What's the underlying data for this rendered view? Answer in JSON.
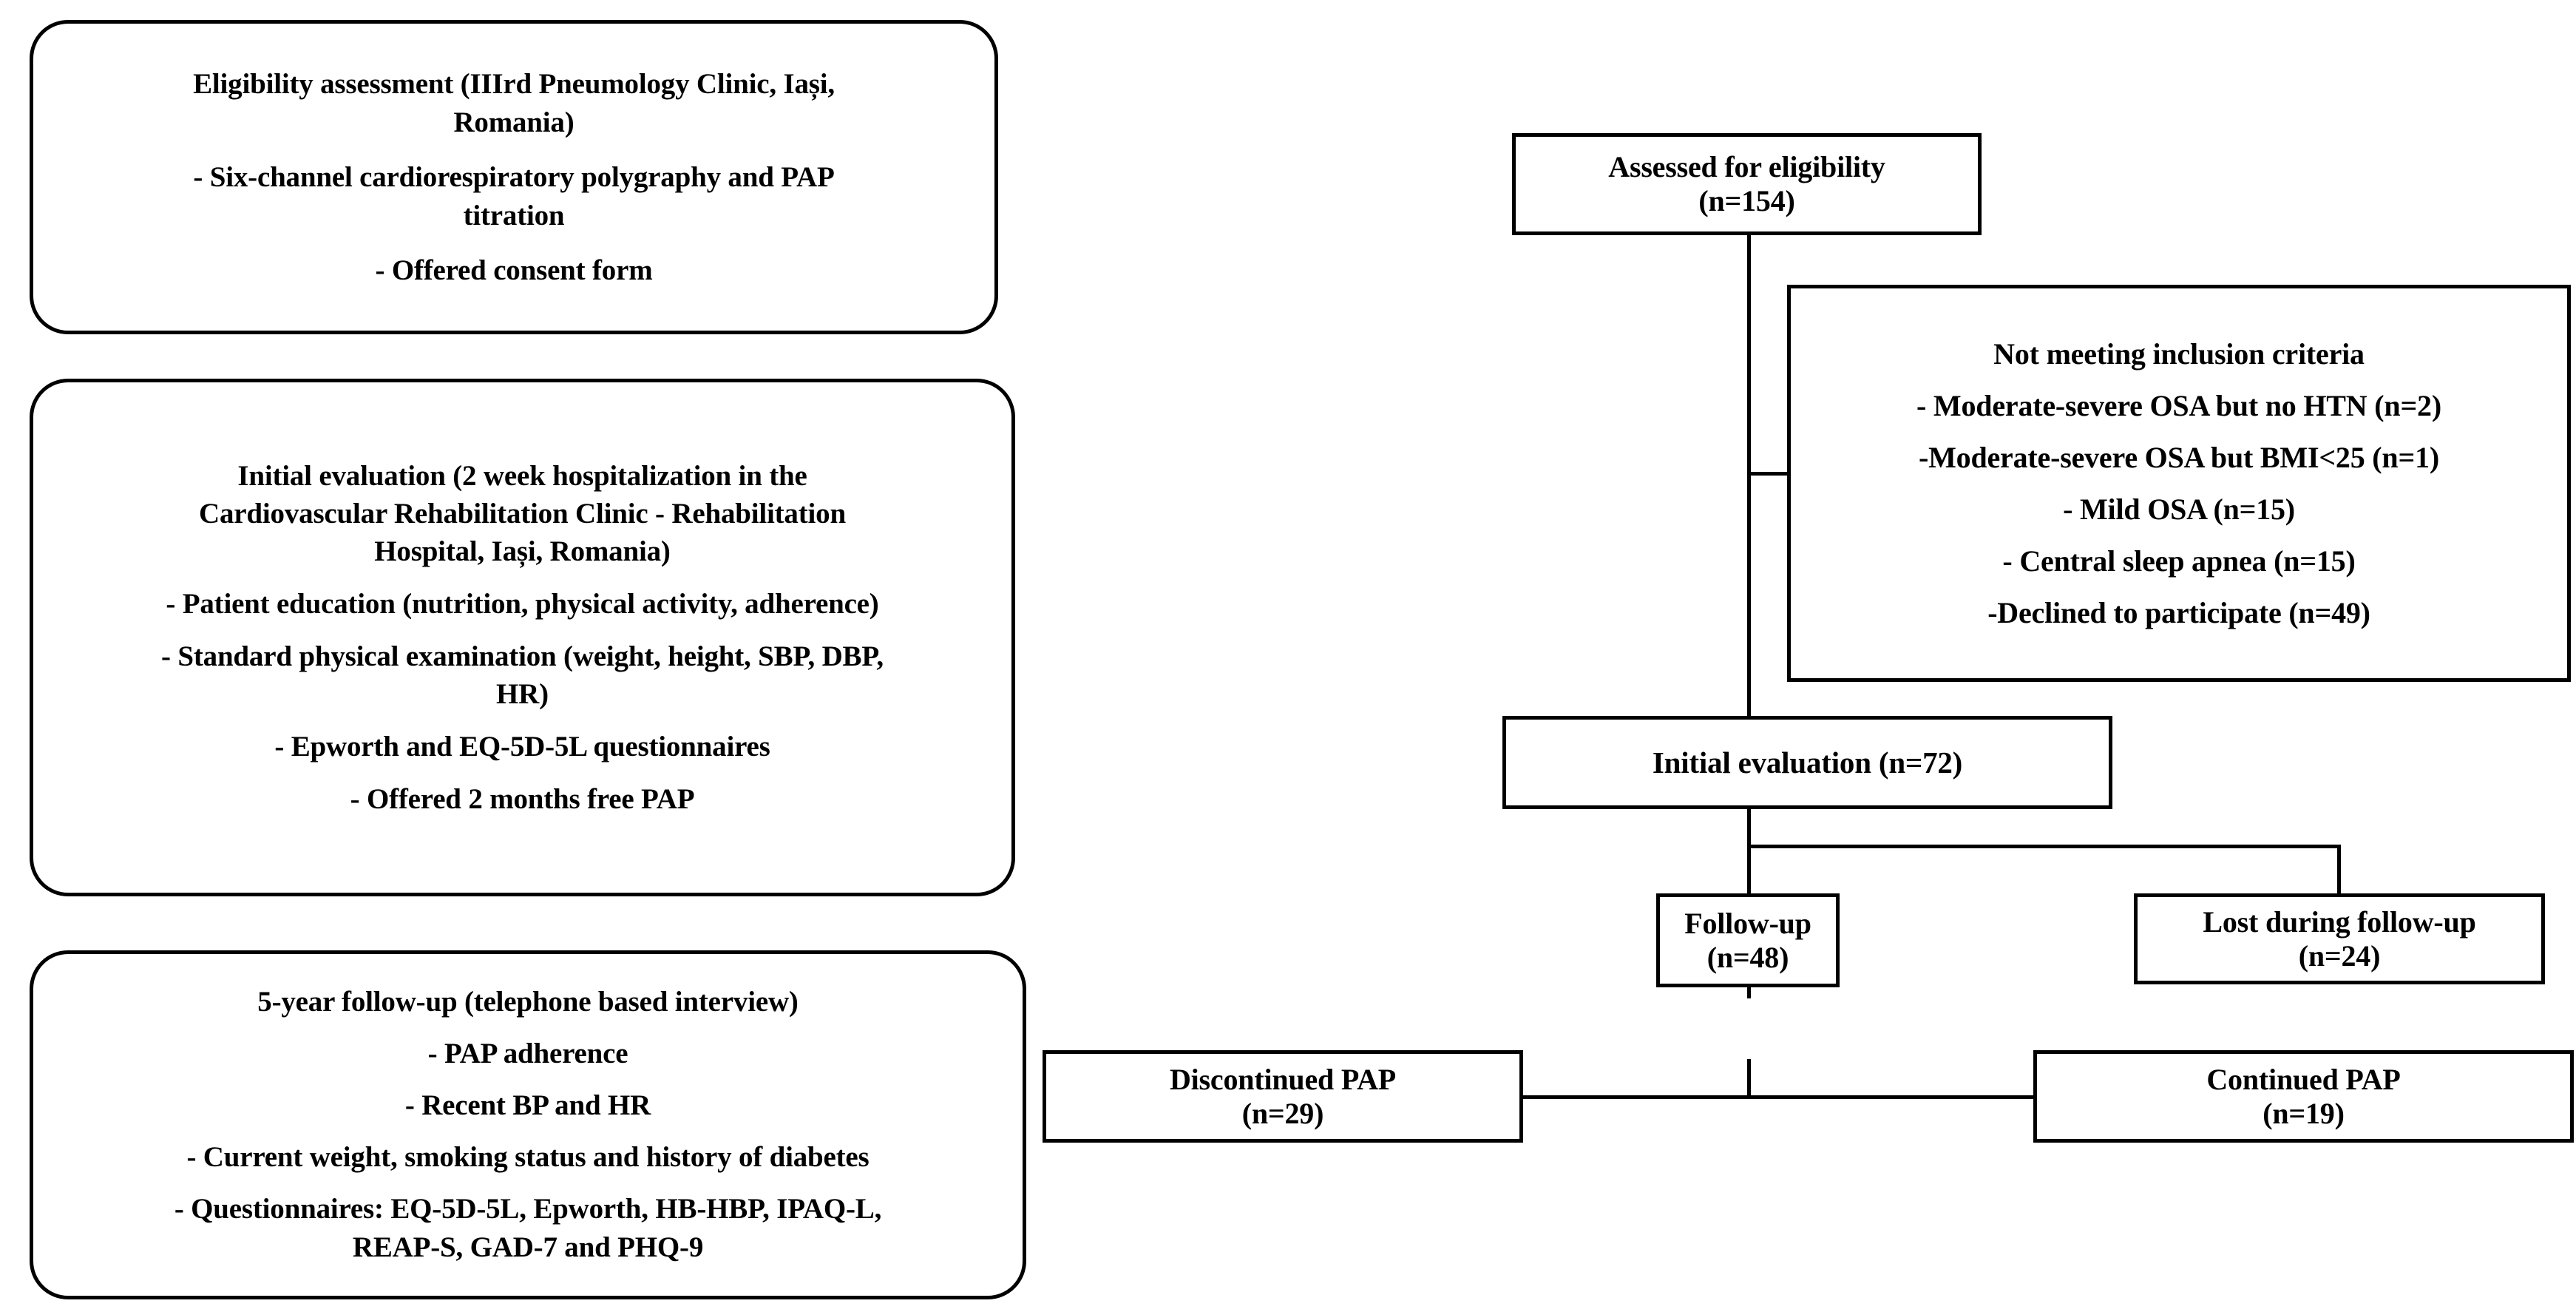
{
  "diagram": {
    "title": "CONSORT-style participant flow diagram",
    "line_color": "#000000",
    "box_border_color": "#000000",
    "background": "#ffffff"
  },
  "left_column": {
    "stage1": {
      "name": "eligibility-assessment-stage",
      "lines": [
        "Eligibility assessment (IIIrd Pneumology Clinic, Iași,",
        "Romania)",
        "- Six-channel cardiorespiratory polygraphy and PAP",
        "titration",
        "- Offered consent form"
      ]
    },
    "stage2": {
      "name": "initial-evaluation-stage",
      "lines": [
        "Initial evaluation (2 week hospitalization in the",
        "Cardiovascular Rehabilitation Clinic - Rehabilitation",
        "Hospital, Iași, Romania)",
        "- Patient education (nutrition, physical activity, adherence)",
        "- Standard physical examination (weight, height, SBP, DBP,",
        "HR)",
        "- Epworth and EQ-5D-5L questionnaires",
        "- Offered 2 months free PAP"
      ]
    },
    "stage3": {
      "name": "five-year-follow-up-stage",
      "lines": [
        "5-year follow-up (telephone based interview)",
        "- PAP adherence",
        "- Recent BP and HR",
        "- Current weight, smoking status and history of diabetes",
        "- Questionnaires: EQ-5D-5L, Epworth, HB-HBP, IPAQ-L,",
        "REAP-S, GAD-7 and PHQ-9"
      ]
    }
  },
  "flow": {
    "assessed": {
      "name": "assessed-for-eligibility-node",
      "lines": [
        "Assessed for eligibility",
        "(n=154)"
      ],
      "count": 154
    },
    "excluded": {
      "name": "not-meeting-inclusion-criteria-node",
      "lines": [
        "Not meeting inclusion criteria",
        "- Moderate-severe OSA but no HTN (n=2)",
        "-Moderate-severe OSA but BMI<25 (n=1)",
        "- Mild OSA (n=15)",
        "- Central sleep apnea (n=15)",
        "-Declined to participate (n=49)"
      ],
      "reasons": [
        {
          "label": "Moderate-severe OSA but no HTN",
          "count": 2
        },
        {
          "label": "Moderate-severe OSA but BMI<25",
          "count": 1
        },
        {
          "label": "Mild OSA",
          "count": 15
        },
        {
          "label": "Central sleep apnea",
          "count": 15
        },
        {
          "label": "Declined to participate",
          "count": 49
        }
      ]
    },
    "initial_evaluation": {
      "name": "initial-evaluation-node",
      "lines": [
        "Initial evaluation (n=72)"
      ],
      "count": 72
    },
    "lost": {
      "name": "lost-during-follow-up-node",
      "lines": [
        "Lost during follow-up",
        "(n=24)"
      ],
      "count": 24
    },
    "followup": {
      "name": "follow-up-node",
      "lines": [
        "Follow-up",
        "(n=48)"
      ],
      "count": 48
    },
    "discontinued": {
      "name": "discontinued-pap-node",
      "lines": [
        "Discontinued PAP",
        "(n=29)"
      ],
      "count": 29
    },
    "continued": {
      "name": "continued-pap-node",
      "lines": [
        "Continued PAP",
        "(n=19)"
      ],
      "count": 19
    }
  }
}
